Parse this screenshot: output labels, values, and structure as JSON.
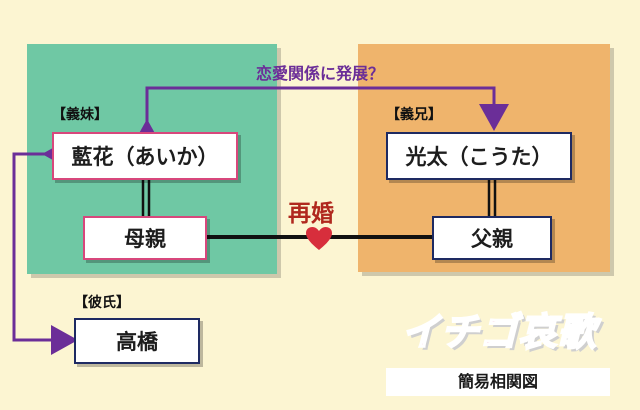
{
  "top_caption": "恋愛関係に発展？",
  "remarriage_label": "再婚",
  "left": {
    "role": "【義妹】",
    "name": "藍花（あいか）",
    "parent": "母親"
  },
  "right": {
    "role": "【義兄】",
    "name": "光太（こうた）",
    "parent": "父親"
  },
  "boyfriend": {
    "role": "【彼氏】",
    "name": "高橋"
  },
  "logo": {
    "part1": "イチゴ",
    "part2": "哀歌"
  },
  "subtitle": "簡易相関図",
  "colors": {
    "background": "#fcf5d2",
    "green_panel": "#6fc8a4",
    "orange_panel": "#efb46c",
    "purple_arrow": "#6b2e98",
    "pink_border": "#d8477c",
    "navy_border": "#1e2a62",
    "heart": "#d72e3c"
  }
}
